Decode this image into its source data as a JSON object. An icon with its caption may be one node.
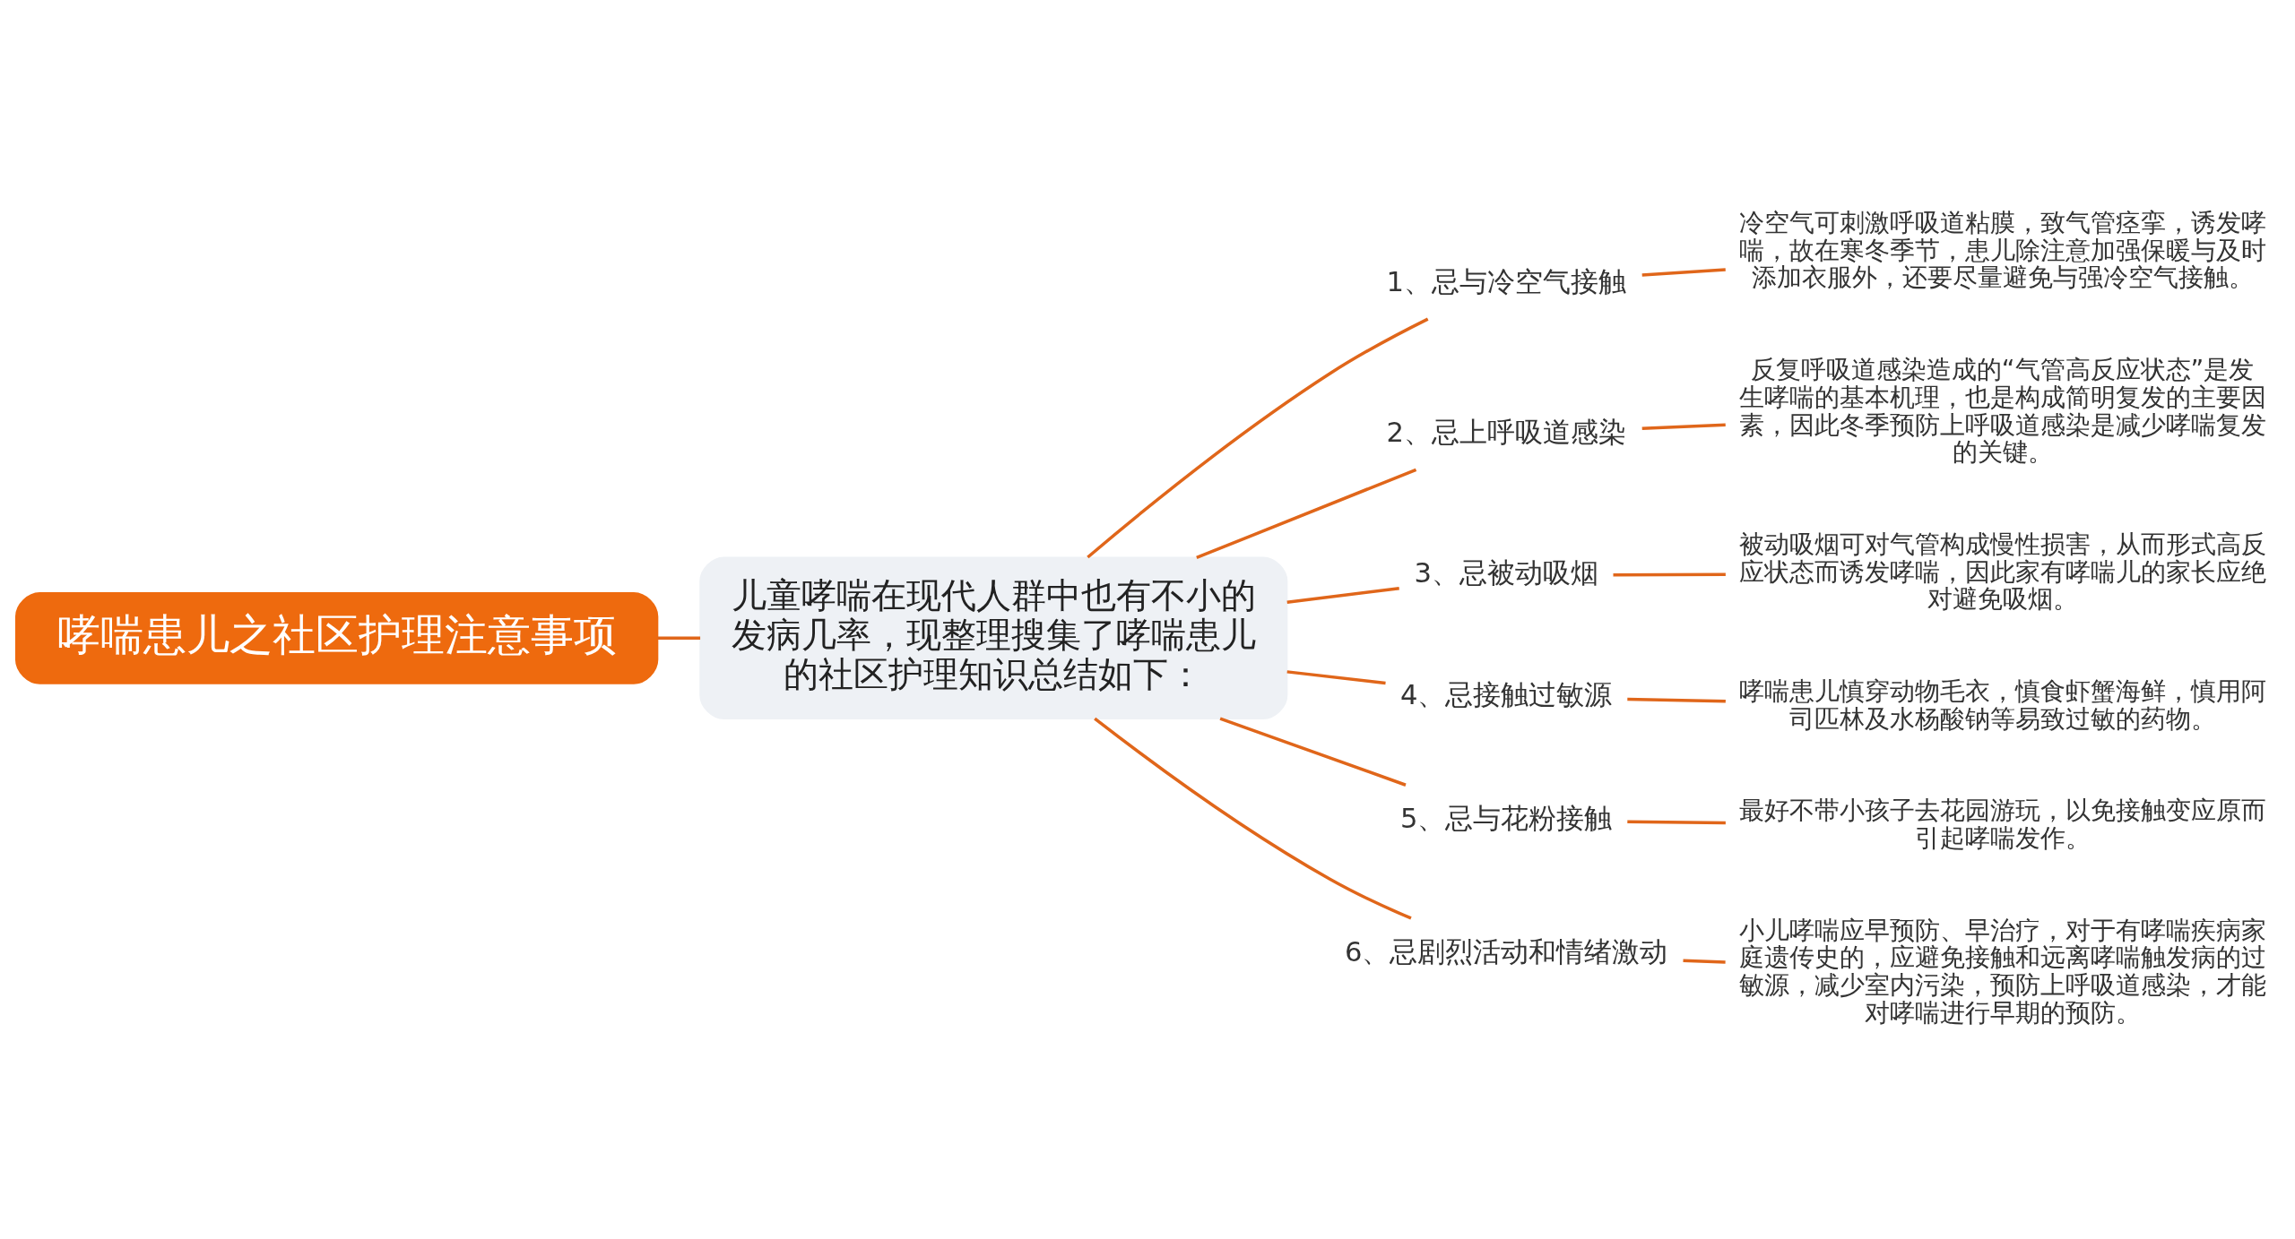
{
  "diagram": {
    "nodes": [
      {
        "text": [
          "哮喘患儿之社区护理注意事项"
        ]
      },
      {
        "text": [
          "儿童哮喘在现代人群中也有不小的发病几率，现整理搜集了哮喘患儿的社区护理知识总结如下："
        ]
      },
      {
        "text": [
          "1、忌与冷空气接触"
        ]
      },
      {
        "text": [
          "2、忌上呼吸道感染"
        ]
      },
      {
        "text": [
          "3、忌被动吸烟"
        ]
      },
      {
        "text": [
          "4、忌接触过敏源"
        ]
      },
      {
        "text": [
          "5、忌与花粉接触"
        ]
      },
      {
        "text": [
          "6、忌剧烈活动和情绪激动"
        ]
      },
      {
        "text": [
          "冷空气可刺激呼吸道粘膜，致气管痉挛，诱发哮喘，故在寒冬季节，患儿除注意加强保暖与及时添加衣服外，还要尽量避免与强冷空气接触。"
        ]
      },
      {
        "text": [
          "反复呼吸道感染造成的“气管高反应状态”是发生哮喘的基本机理，也是构成简明复发的主要因素，因此冬季预防上呼吸道感染是减少哮喘复发的关键。"
        ]
      },
      {
        "text": [
          "被动吸烟可对气管构成慢性损害，从而形式高反应状态而诱发哮喘，因此家有哮喘儿的家长应绝对避免吸烟。"
        ]
      },
      {
        "text": [
          "哮喘患儿慎穿动物毛衣，慎食虾蟹海鲜，慎用阿司匹林及水杨酸钠等易致过敏的药物。"
        ]
      },
      {
        "text": [
          "最好不带小孩子去花园游玩，以免接触变应原而引起哮喘发作。"
        ]
      },
      {
        "text": [
          "小儿哮喘应早预防、早治疗，对于有哮喘疾病家庭遗传史的，应避免接触和远离哮喘触发病的过敏源，减少室内污染，预防上呼吸道感染，才能对哮喘进行早期的预防。"
        ]
      }
    ],
    "edges": [
      {
        "from": 0,
        "to": 1,
        "arrow": "none"
      },
      {
        "from": 1,
        "to": 2,
        "arrow": "none"
      },
      {
        "from": 1,
        "to": 3,
        "arrow": "none"
      },
      {
        "from": 1,
        "to": 4,
        "arrow": "none"
      },
      {
        "from": 1,
        "to": 5,
        "arrow": "none"
      },
      {
        "from": 1,
        "to": 6,
        "arrow": "none"
      },
      {
        "from": 1,
        "to": 7,
        "arrow": "none"
      },
      {
        "from": 2,
        "to": 8,
        "arrow": "none"
      },
      {
        "from": 3,
        "to": 9,
        "arrow": "none"
      },
      {
        "from": 4,
        "to": 10,
        "arrow": "none"
      },
      {
        "from": 5,
        "to": 11,
        "arrow": "none"
      },
      {
        "from": 6,
        "to": 12,
        "arrow": "none"
      },
      {
        "from": 7,
        "to": 13,
        "arrow": "none"
      }
    ]
  }
}
